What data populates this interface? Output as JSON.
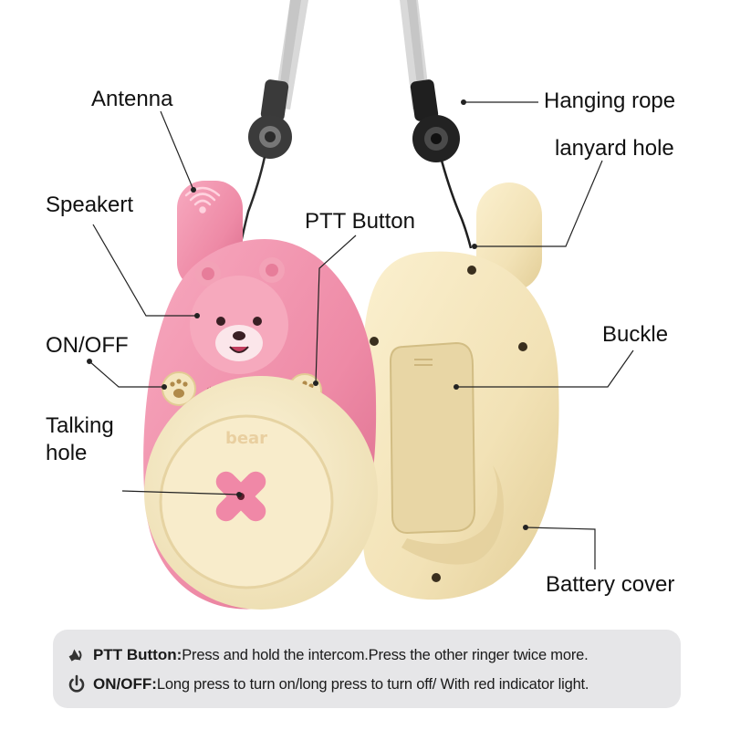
{
  "callouts": {
    "antenna": "Antenna",
    "speaker": "Speakert",
    "on_off": "ON/OFF",
    "talking_hole_line1": "Talking",
    "talking_hole_line2": "hole",
    "ptt_button": "PTT Button",
    "hanging_rope": "Hanging rope",
    "lanyard_hole": "lanyard hole",
    "buckle": "Buckle",
    "battery_cover": "Battery cover"
  },
  "device": {
    "brand_text": "bear"
  },
  "info": {
    "ptt_term": "PTT Button:",
    "ptt_desc": "Press and hold the intercom.Press the other ringer twice more.",
    "onoff_term": "ON/OFF:",
    "onoff_desc": "Long press to turn on/long press to turn off/ With red indicator light."
  },
  "colors": {
    "pink_body": "#ee8aa6",
    "pink_face": "#f6a9bd",
    "cream": "#f4e6bf",
    "cream_shade": "#e6d3a2",
    "strap": "#d8d8d8",
    "panel": "#e6e6e8",
    "leader_line": "#222222"
  }
}
